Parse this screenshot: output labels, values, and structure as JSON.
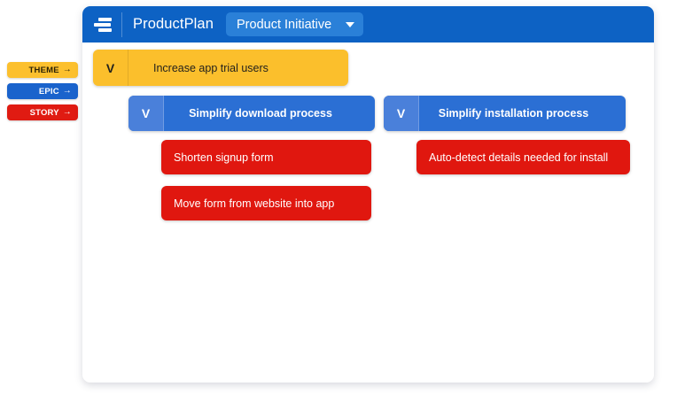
{
  "legend": {
    "items": [
      {
        "id": "theme",
        "label": "THEME",
        "arrow": "→",
        "color": "#fcc02e"
      },
      {
        "id": "epic",
        "label": "EPIC",
        "arrow": "→",
        "color": "#1a63cc"
      },
      {
        "id": "story",
        "label": "STORY",
        "arrow": "→",
        "color": "#e01b12"
      }
    ]
  },
  "header": {
    "logo_icon": "stacked-bars-logo-icon",
    "brand": "ProductPlan",
    "initiative": {
      "label": "Product Initiative",
      "caret_icon": "chevron-down-icon"
    },
    "background_color": "#0d62c4",
    "select_color": "#2a80d8"
  },
  "roadmap": {
    "cards": [
      {
        "id": "theme-1",
        "type": "theme",
        "toggle": "V",
        "title": "Increase app trial users",
        "color": "#fbbf2c"
      },
      {
        "id": "epic-1",
        "type": "epic",
        "toggle": "V",
        "title": "Simplify download process",
        "color": "#2b6fd4"
      },
      {
        "id": "story-1",
        "type": "story",
        "toggle": "",
        "title": "Shorten signup form",
        "color": "#e0170f"
      },
      {
        "id": "story-2",
        "type": "story",
        "toggle": "",
        "title": "Move form from website into app",
        "color": "#e0170f"
      },
      {
        "id": "epic-2",
        "type": "epic",
        "toggle": "V",
        "title": "Simplify installation process",
        "color": "#2b6fd4"
      },
      {
        "id": "story-3",
        "type": "story",
        "toggle": "",
        "title": "Auto-detect details needed for install",
        "color": "#e0170f"
      }
    ]
  }
}
